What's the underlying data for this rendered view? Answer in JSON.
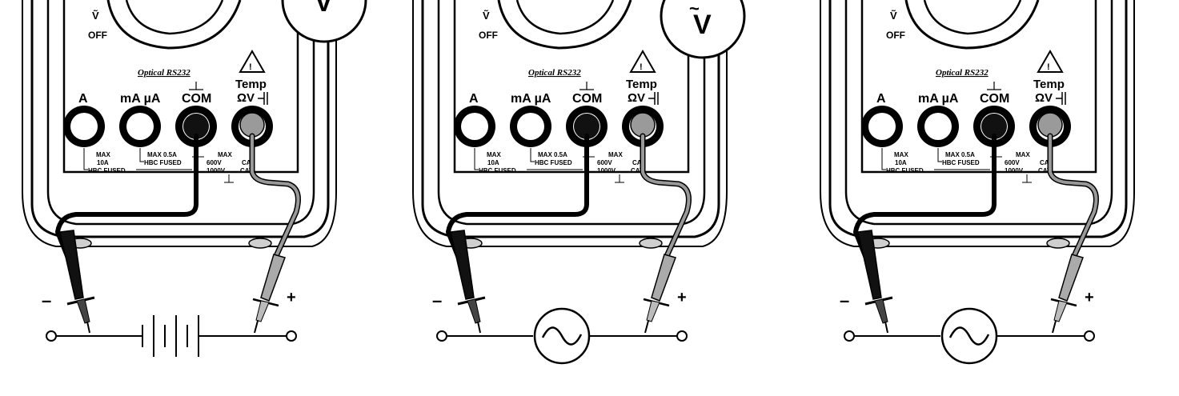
{
  "panels": [
    {
      "id": "dc-voltage",
      "dial": {
        "v_label": "Ṽ",
        "off_label": "OFF",
        "knob_symbol": "V",
        "knob_prefix": ""
      },
      "brand_text": "Optical RS232",
      "warning_symbol": "⚠",
      "terminals": {
        "a": "A",
        "ma_ua": "mA µA",
        "com": "COM",
        "temp": "Temp",
        "ohm_v": "ΩV"
      },
      "ratings": {
        "a_max": "MAX",
        "a_current": "10A",
        "a_fuse": "HBC FUSED",
        "ma_max": "MAX 0.5A",
        "ma_fuse": "HBC FUSED",
        "v_max": "MAX",
        "v_600": "600V",
        "cat1": "CAT",
        "v_1000": "1000V",
        "cat2": "CAT"
      },
      "polarity": {
        "neg": "–",
        "pos": "+"
      },
      "source": "battery"
    },
    {
      "id": "ac-voltage-1",
      "dial": {
        "v_label": "Ṽ",
        "off_label": "OFF",
        "knob_symbol": "V",
        "knob_prefix": "~"
      },
      "brand_text": "Optical RS232",
      "warning_symbol": "⚠",
      "terminals": {
        "a": "A",
        "ma_ua": "mA µA",
        "com": "COM",
        "temp": "Temp",
        "ohm_v": "ΩV"
      },
      "ratings": {
        "a_max": "MAX",
        "a_current": "10A",
        "a_fuse": "HBC FUSED",
        "ma_max": "MAX 0.5A",
        "ma_fuse": "HBC FUSED",
        "v_max": "MAX",
        "v_600": "600V",
        "cat1": "CAT",
        "v_1000": "1000V",
        "cat2": "CAT"
      },
      "polarity": {
        "neg": "–",
        "pos": "+"
      },
      "source": "ac"
    },
    {
      "id": "ac-voltage-2",
      "dial": {
        "v_label": "Ṽ",
        "off_label": "OFF",
        "knob_symbol": "",
        "knob_prefix": ""
      },
      "brand_text": "Optical RS232",
      "warning_symbol": "⚠",
      "terminals": {
        "a": "A",
        "ma_ua": "mA µA",
        "com": "COM",
        "temp": "Temp",
        "ohm_v": "ΩV"
      },
      "ratings": {
        "a_max": "MAX",
        "a_current": "10A",
        "a_fuse": "HBC FUSED",
        "ma_max": "MAX 0.5A",
        "ma_fuse": "HBC FUSED",
        "v_max": "MAX",
        "v_600": "600V",
        "cat1": "CAT",
        "v_1000": "1000V",
        "cat2": "CAT"
      },
      "polarity": {
        "neg": "–",
        "pos": "+"
      },
      "source": "ac"
    }
  ]
}
